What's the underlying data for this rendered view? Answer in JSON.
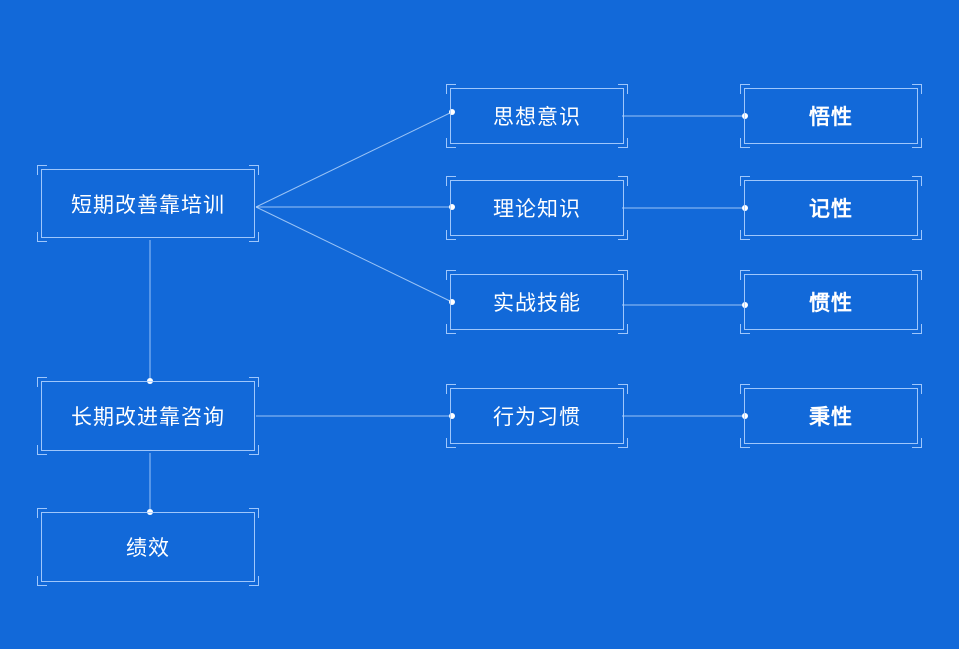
{
  "diagram": {
    "nodes": {
      "short_training": "短期改善靠培训",
      "long_consulting": "长期改进靠咨询",
      "performance": "绩效",
      "thinking": "思想意识",
      "theory": "理论知识",
      "skills": "实战技能",
      "habits": "行为习惯",
      "wuxing": "悟性",
      "jixing": "记性",
      "guanxing": "惯性",
      "bingxing": "秉性"
    }
  }
}
